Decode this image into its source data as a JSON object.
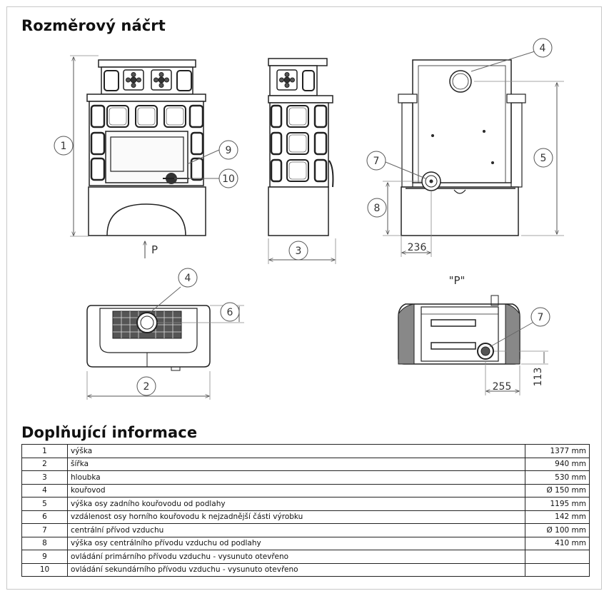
{
  "sketch": {
    "title": "Rozměrový náčrt",
    "view_label": "P",
    "view_label_quoted": "\"P\"",
    "callouts": {
      "c1": "1",
      "c2": "2",
      "c3": "3",
      "c4a": "4",
      "c4b": "4",
      "c5": "5",
      "c6": "6",
      "c7a": "7",
      "c7b": "7",
      "c8": "8",
      "c9": "9",
      "c10": "10"
    },
    "dimensions": {
      "rear_offset": "236",
      "bottom_offset": "255",
      "bottom_height": "113"
    }
  },
  "info": {
    "title": "Doplňující informace",
    "rows": [
      {
        "num": "1",
        "label": "výška",
        "value": "1377 mm"
      },
      {
        "num": "2",
        "label": "šířka",
        "value": "940 mm"
      },
      {
        "num": "3",
        "label": "hloubka",
        "value": "530 mm"
      },
      {
        "num": "4",
        "label": "kouřovod",
        "value": "Ø 150 mm"
      },
      {
        "num": "5",
        "label": "výška osy zadního kouřovodu od podlahy",
        "value": "1195 mm"
      },
      {
        "num": "6",
        "label": "vzdálenost osy horního kouřovodu k nejzadnější části výrobku",
        "value": "142 mm"
      },
      {
        "num": "7",
        "label": "centrální přívod vzduchu",
        "value": "Ø 100 mm"
      },
      {
        "num": "8",
        "label": "výška osy centrálního přívodu vzduchu od podlahy",
        "value": "410 mm"
      },
      {
        "num": "9",
        "label": "ovládání primárního přívodu vzduchu - vysunuto otevřeno",
        "value": ""
      },
      {
        "num": "10",
        "label": "ovládání sekundárního přívodu vzduchu - vysunuto otevřeno",
        "value": ""
      }
    ]
  }
}
